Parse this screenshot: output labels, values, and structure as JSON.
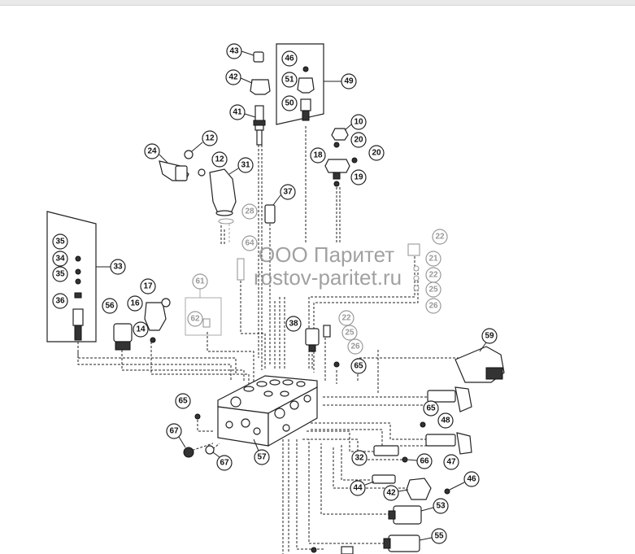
{
  "watermark": {
    "line1": "ООО Паритет",
    "line2": "rostov-paritet.ru"
  },
  "callouts": {
    "c43": "43",
    "c42a": "42",
    "c41": "41",
    "c46a": "46",
    "c51": "51",
    "c50": "50",
    "c49": "49",
    "c10": "10",
    "c20a": "20",
    "c18": "18",
    "c20b": "20",
    "c19": "19",
    "c12a": "12",
    "c24": "24",
    "c12b": "12",
    "c31": "31",
    "c37": "37",
    "c28": "28",
    "c64": "64",
    "c22a": "22",
    "c21": "21",
    "c22b": "22",
    "c25a": "25",
    "c26a": "26",
    "c35a": "35",
    "c34": "34",
    "c35b": "35",
    "c36": "36",
    "c33": "33",
    "c17": "17",
    "c16": "16",
    "c56": "56",
    "c14": "14",
    "c61": "61",
    "c62": "62",
    "c38": "38",
    "c22c": "22",
    "c25b": "25",
    "c26b": "26",
    "c65a": "65",
    "c59": "59",
    "c65b": "65",
    "c48": "48",
    "c65c": "65",
    "c67a": "67",
    "c67b": "67",
    "c57": "57",
    "c32": "32",
    "c66": "66",
    "c47": "47",
    "c44": "44",
    "c42b": "42",
    "c46b": "46",
    "c53": "53",
    "c55": "55"
  }
}
